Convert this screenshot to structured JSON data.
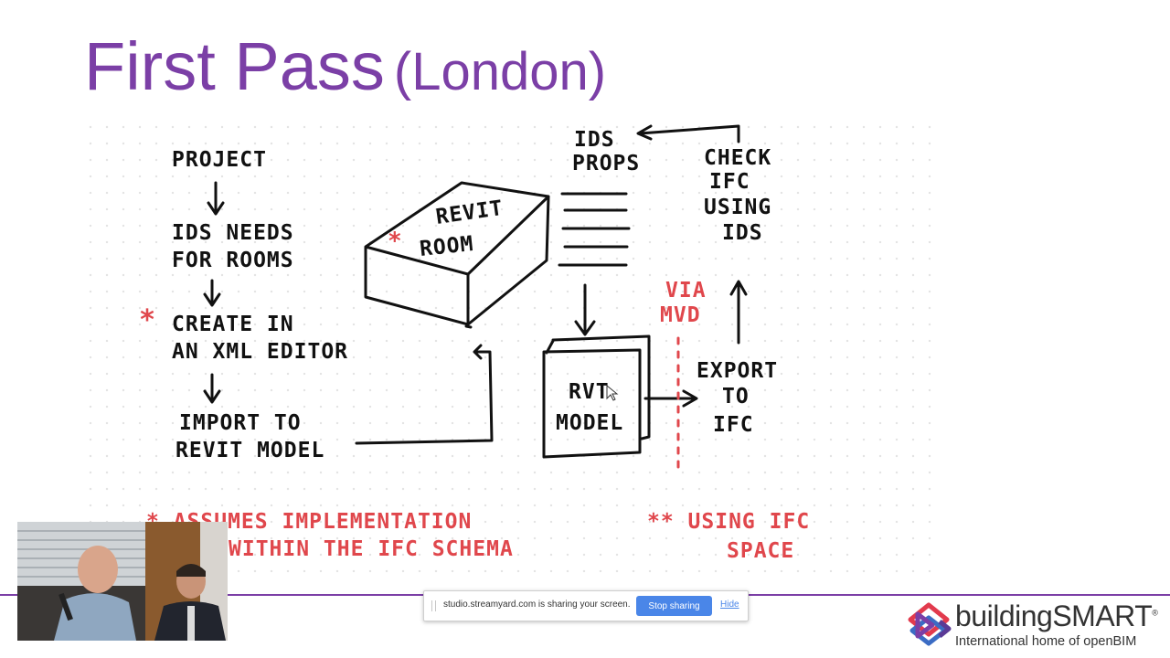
{
  "slide": {
    "title_main": "First Pass",
    "title_sub": "(London)"
  },
  "sketch": {
    "left_flow": [
      "PROJECT",
      "IDS NEEDS",
      "FOR ROOMS",
      "CREATE IN",
      "AN XML EDITOR",
      "IMPORT TO",
      "REVIT MODEL"
    ],
    "box_top": [
      "REVIT",
      "ROOM"
    ],
    "ids_props": [
      "IDS",
      "PROPS"
    ],
    "check": [
      "CHECK",
      "IFC",
      "USING",
      "IDS"
    ],
    "model_box": [
      "RVT",
      "MODEL"
    ],
    "export": [
      "EXPORT",
      "TO",
      "IFC"
    ],
    "via_mvd": [
      "VIA",
      "MVD"
    ],
    "note_left": [
      "* ASSUMES IMPLEMENTATION",
      "WITHIN THE IFC SCHEMA"
    ],
    "note_right": [
      "** USING IFC",
      "SPACE"
    ],
    "asterisk": "*",
    "colors": {
      "ink": "#111111",
      "red": "#e0474c",
      "purple": "#7b3fa6"
    }
  },
  "share_bar": {
    "message": "studio.streamyard.com is sharing your screen.",
    "stop_label": "Stop sharing",
    "hide_label": "Hide"
  },
  "footer": {
    "brand_prefix": "building",
    "brand_suffix": "SMART",
    "registered": "®",
    "tagline": "International home of openBIM"
  }
}
